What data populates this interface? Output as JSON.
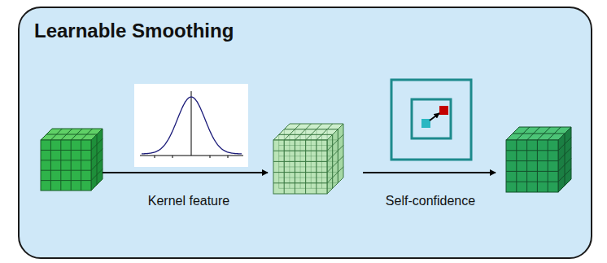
{
  "diagram": {
    "nodes": [
      {
        "text": [
          "Learnable Smoothing"
        ]
      }
    ],
    "labels": [
      "Kernel feature",
      "Self-confidence"
    ]
  }
}
